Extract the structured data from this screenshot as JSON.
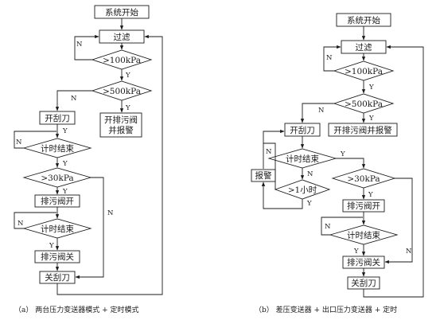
{
  "diagram_a": {
    "start": "系统开始",
    "filter": "过滤",
    "cond_100": ">100kPa",
    "cond_500": ">500kPa",
    "open_scraper": "开刮刀",
    "drain_alarm_line1": "开排污阀",
    "drain_alarm_line2": "并报警",
    "timer_end_1": "计时结束",
    "cond_30": ">30kPa",
    "open_drain": "排污阀开",
    "timer_end_2": "计时结束",
    "close_drain": "排污阀关",
    "close_scraper": "关刮刀",
    "caption": "（a）  两台压力变送器模式 + 定时模式"
  },
  "diagram_b": {
    "start": "系统开始",
    "filter": "过滤",
    "cond_100": ">100kPa",
    "cond_500": ">500kPa",
    "open_scraper": "开刮刀",
    "drain_alarm": "开排污阀并报警",
    "timer_end_1": "计时结束",
    "alarm": "报警",
    "cond_1h": ">1小时",
    "cond_30": ">30kPa",
    "open_drain": "排污阀开",
    "timer_end_2": "计时结束",
    "close_drain": "排污阀关",
    "close_scraper": "关刮刀",
    "caption": "（b）  差压变送器 + 出口压力变送器 + 定时"
  },
  "labels": {
    "yes": "Y",
    "no": "N"
  }
}
